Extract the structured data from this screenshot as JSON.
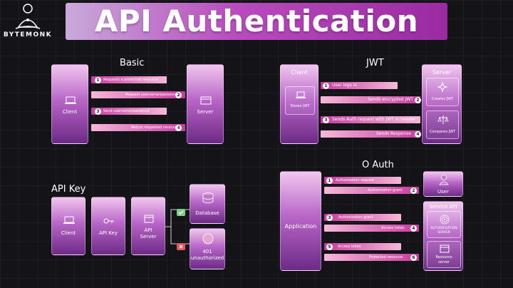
{
  "header": {
    "title": "API Authentication",
    "brand": "BYTEMONK"
  },
  "sections": {
    "basic": {
      "title": "Basic",
      "client": "Client",
      "server": "Server",
      "steps": [
        {
          "n": "1",
          "label": "Requests a protected resource"
        },
        {
          "n": "2",
          "label": "Request username/password"
        },
        {
          "n": "3",
          "label": "Send username/password"
        },
        {
          "n": "4",
          "label": "Return requested resource"
        }
      ]
    },
    "jwt": {
      "title": "JWT",
      "client": "Client",
      "server": "Server",
      "stores": "Stores JWT",
      "creates": "Creates JWT",
      "compares": "Compares JWT",
      "steps": [
        {
          "n": "1",
          "label": "User logs in"
        },
        {
          "n": "2",
          "label": "Sends encrypted JWT"
        },
        {
          "n": "3",
          "label": "Sends Auth request with JWT in header"
        },
        {
          "n": "4",
          "label": "Sends Response"
        }
      ]
    },
    "apikey": {
      "title": "API Key",
      "client": "Client",
      "apikey": "API Key",
      "apiserver_1": "API",
      "apiserver_2": "Server",
      "database": "Database",
      "unauth_1": "401",
      "unauth_2": "unauthorized",
      "ok_color": "#7bd08a",
      "fail_color": "#e2585f"
    },
    "oauth": {
      "title": "O Auth",
      "application": "Application",
      "user": "User",
      "service_api": "Service API",
      "auth_server_1": "AUTHORIZATION",
      "auth_server_2": "SERVER",
      "resource_1": "Resource",
      "resource_2": "server",
      "steps": [
        {
          "n": "1",
          "label": "Authorization request"
        },
        {
          "n": "2",
          "label": "Authorization grant"
        },
        {
          "n": "3",
          "label": "Authorization grant"
        },
        {
          "n": "4",
          "label": "Access token"
        },
        {
          "n": "5",
          "label": "Access token"
        },
        {
          "n": "6",
          "label": "Protected resource"
        }
      ]
    }
  }
}
